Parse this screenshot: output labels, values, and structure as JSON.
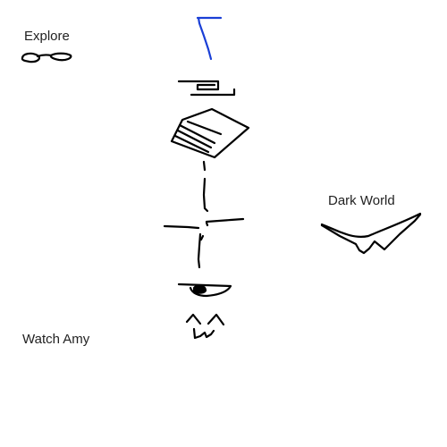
{
  "labels": {
    "explore": "Explore",
    "dark_world": "Dark World",
    "watch_amy": "Watch Amy"
  },
  "colors": {
    "background": "#ffffff",
    "ink": "#000000",
    "accent_stroke": "#1a3fd6",
    "label_text": "#222222"
  },
  "icons": {
    "explore": "glasses-icon",
    "dark_world": "bat-wing-icon",
    "doodles": [
      "blue-flag-icon",
      "bracket-doodle",
      "book-icon",
      "tick-mark-doodle",
      "cross-doodle",
      "eye-doodle",
      "smile-face-doodle"
    ]
  }
}
